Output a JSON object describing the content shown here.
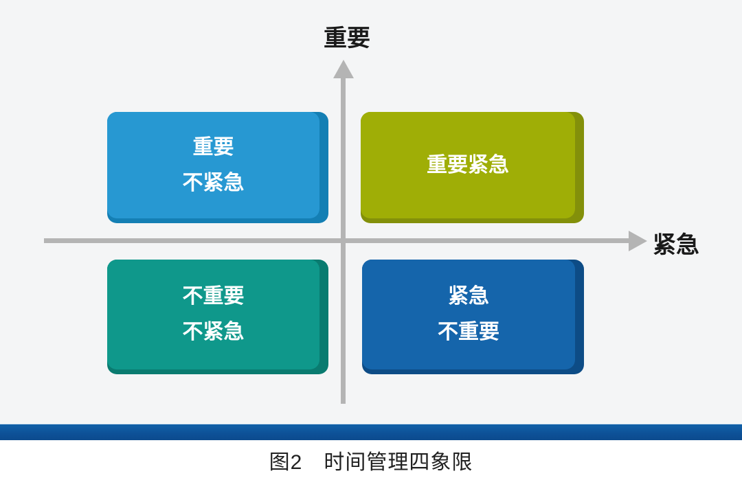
{
  "figure": {
    "y_axis_label": "重要",
    "x_axis_label": "紧急",
    "quadrants": [
      {
        "id": "important-not-urgent",
        "position": "top-left",
        "lines": [
          "重要",
          "不紧急"
        ],
        "color": "#2798d2",
        "edge_color": "#147fb4"
      },
      {
        "id": "important-urgent",
        "position": "top-right",
        "lines": [
          "重要紧急"
        ],
        "color": "#9fae06",
        "edge_color": "#83900a"
      },
      {
        "id": "not-important-not-urgent",
        "position": "bottom-left",
        "lines": [
          "不重要",
          "不紧急"
        ],
        "color": "#0f988b",
        "edge_color": "#0a7b70"
      },
      {
        "id": "urgent-not-important",
        "position": "bottom-right",
        "lines": [
          "紧急",
          "不重要"
        ],
        "color": "#1565ab",
        "edge_color": "#0d4c86"
      }
    ],
    "caption": "图2　时间管理四象限",
    "colors": {
      "axis": "#b4b4b4",
      "background": "#f4f5f6",
      "separator_bar": "#0d5096",
      "card_text": "#ffffff",
      "label_text": "#1a1a1a"
    }
  }
}
